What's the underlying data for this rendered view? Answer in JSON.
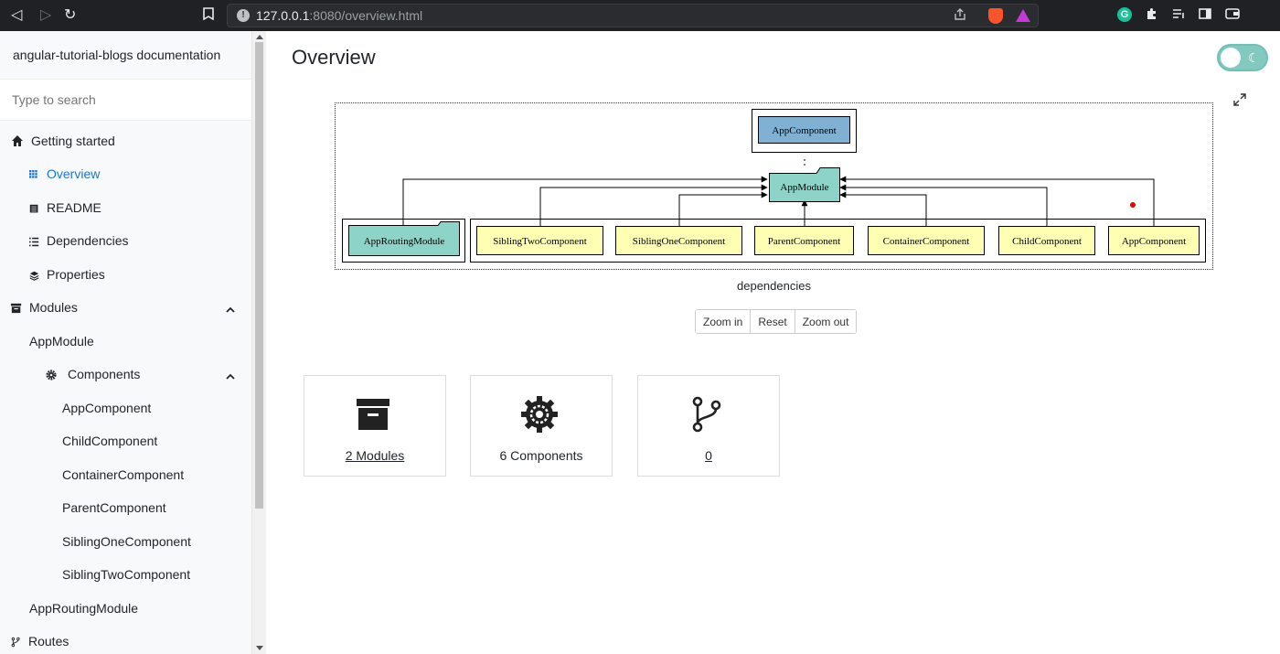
{
  "browser": {
    "url_host": "127.0.0.1",
    "url_rest": ":8080/overview.html"
  },
  "sidebar": {
    "project_title": "angular-tutorial-blogs documentation",
    "search_placeholder": "Type to search",
    "items": [
      {
        "label": "Getting started"
      },
      {
        "label": "Overview"
      },
      {
        "label": "README"
      },
      {
        "label": "Dependencies"
      },
      {
        "label": "Properties"
      },
      {
        "label": "Modules"
      },
      {
        "label": "AppModule"
      },
      {
        "label": "Components"
      },
      {
        "label": "AppComponent"
      },
      {
        "label": "ChildComponent"
      },
      {
        "label": "ContainerComponent"
      },
      {
        "label": "ParentComponent"
      },
      {
        "label": "SiblingOneComponent"
      },
      {
        "label": "SiblingTwoComponent"
      },
      {
        "label": "AppRoutingModule"
      },
      {
        "label": "Routes"
      }
    ]
  },
  "main": {
    "title": "Overview",
    "graph": {
      "bootstrap": "AppComponent",
      "module": "AppModule",
      "imports": [
        "AppRoutingModule"
      ],
      "declarations": [
        "SiblingTwoComponent",
        "SiblingOneComponent",
        "ParentComponent",
        "ContainerComponent",
        "ChildComponent",
        "AppComponent"
      ],
      "label": "dependencies"
    },
    "zoom": {
      "zoom_in": "Zoom in",
      "reset": "Reset",
      "zoom_out": "Zoom out"
    },
    "cards": [
      {
        "label": "2 Modules",
        "icon": "archive-icon"
      },
      {
        "label": "6 Components",
        "icon": "cog-icon"
      },
      {
        "label": "0",
        "icon": "code-fork-icon"
      }
    ]
  },
  "colors": {
    "component_fill": "#ffffb3",
    "module_fill": "#8dd3c7",
    "bootstrap_fill": "#80b1d3",
    "active_link": "#1976d2"
  }
}
